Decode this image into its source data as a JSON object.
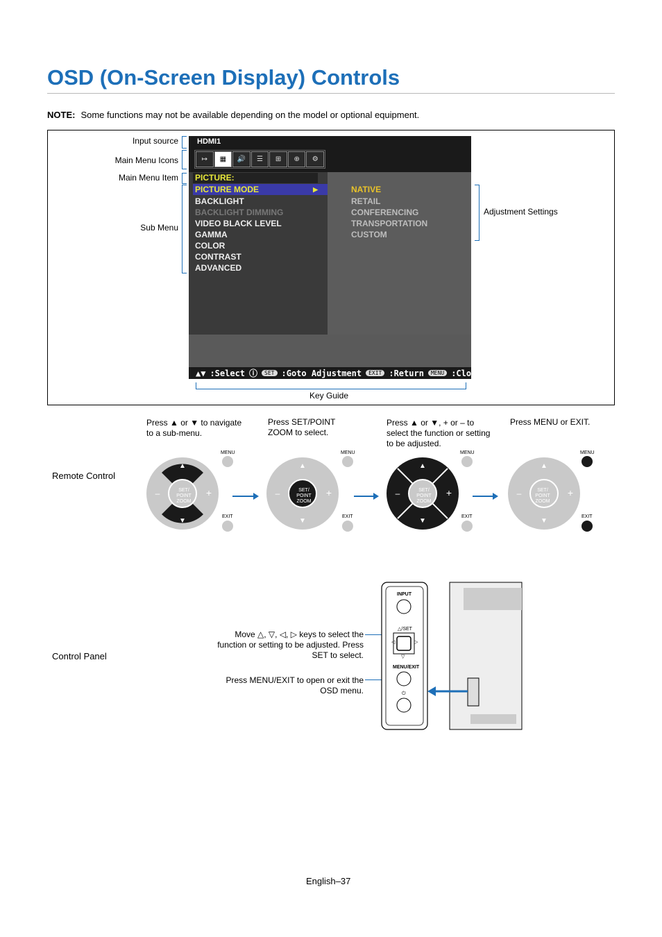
{
  "page_title": "OSD (On-Screen Display) Controls",
  "note": {
    "label": "NOTE:",
    "text": "Some functions may not be available depending on the model or optional equipment."
  },
  "callouts": {
    "input_source": "Input source",
    "main_menu_icons": "Main Menu Icons",
    "main_menu_item": "Main Menu Item",
    "sub_menu": "Sub Menu",
    "adjustment_settings": "Adjustment Settings",
    "key_guide": "Key Guide"
  },
  "osd": {
    "input": "HDMI1",
    "icons": [
      "input-icon",
      "picture-icon",
      "audio-icon",
      "schedule-icon",
      "network-icon",
      "protect-icon",
      "system-icon"
    ],
    "main_item": "PICTURE:",
    "sub_menu": [
      {
        "label": "PICTURE MODE",
        "state": "selected"
      },
      {
        "label": "BACKLIGHT",
        "state": "normal"
      },
      {
        "label": "BACKLIGHT DIMMING",
        "state": "disabled"
      },
      {
        "label": "VIDEO BLACK LEVEL",
        "state": "normal"
      },
      {
        "label": "GAMMA",
        "state": "normal"
      },
      {
        "label": "COLOR",
        "state": "normal"
      },
      {
        "label": "CONTRAST",
        "state": "normal"
      },
      {
        "label": "ADVANCED",
        "state": "normal"
      }
    ],
    "adjustments": [
      {
        "label": "NATIVE",
        "state": "selected"
      },
      {
        "label": "RETAIL",
        "state": "normal"
      },
      {
        "label": "CONFERENCING",
        "state": "normal"
      },
      {
        "label": "TRANSPORTATION",
        "state": "normal"
      },
      {
        "label": "CUSTOM",
        "state": "normal"
      }
    ],
    "key_guide": {
      "select": ":Select",
      "set_pill": "SET",
      "goto": ":Goto Adjustment",
      "exit_pill": "EXIT",
      "return": ":Return",
      "menu_pill": "MENU",
      "close": ":Close"
    }
  },
  "remote": {
    "label": "Remote Control",
    "steps": [
      "Press ▲ or ▼ to navigate to a sub-menu.",
      "Press SET/POINT ZOOM to select.",
      "Press ▲ or ▼, + or – to select the function or setting to be adjusted.",
      "Press MENU or EXIT."
    ],
    "menu_label": "MENU",
    "exit_label": "EXIT",
    "set_label": "SET/",
    "point_zoom_label": "POINT ZOOM",
    "minus": "–",
    "plus": "+"
  },
  "control_panel": {
    "label": "Control Panel",
    "move_text": "Move △, ▽, ◁, ▷ keys to select the function or setting to be adjusted. Press SET to select.",
    "menu_text": "Press MENU/EXIT to open or exit the OSD menu.",
    "input_label": "INPUT",
    "set_label": "△/SET",
    "menu_exit_label": "MENU/EXIT",
    "down_label": "▽",
    "power_label": "⏻"
  },
  "footer": "English–37",
  "colors": {
    "accent": "#1d6fb8"
  }
}
